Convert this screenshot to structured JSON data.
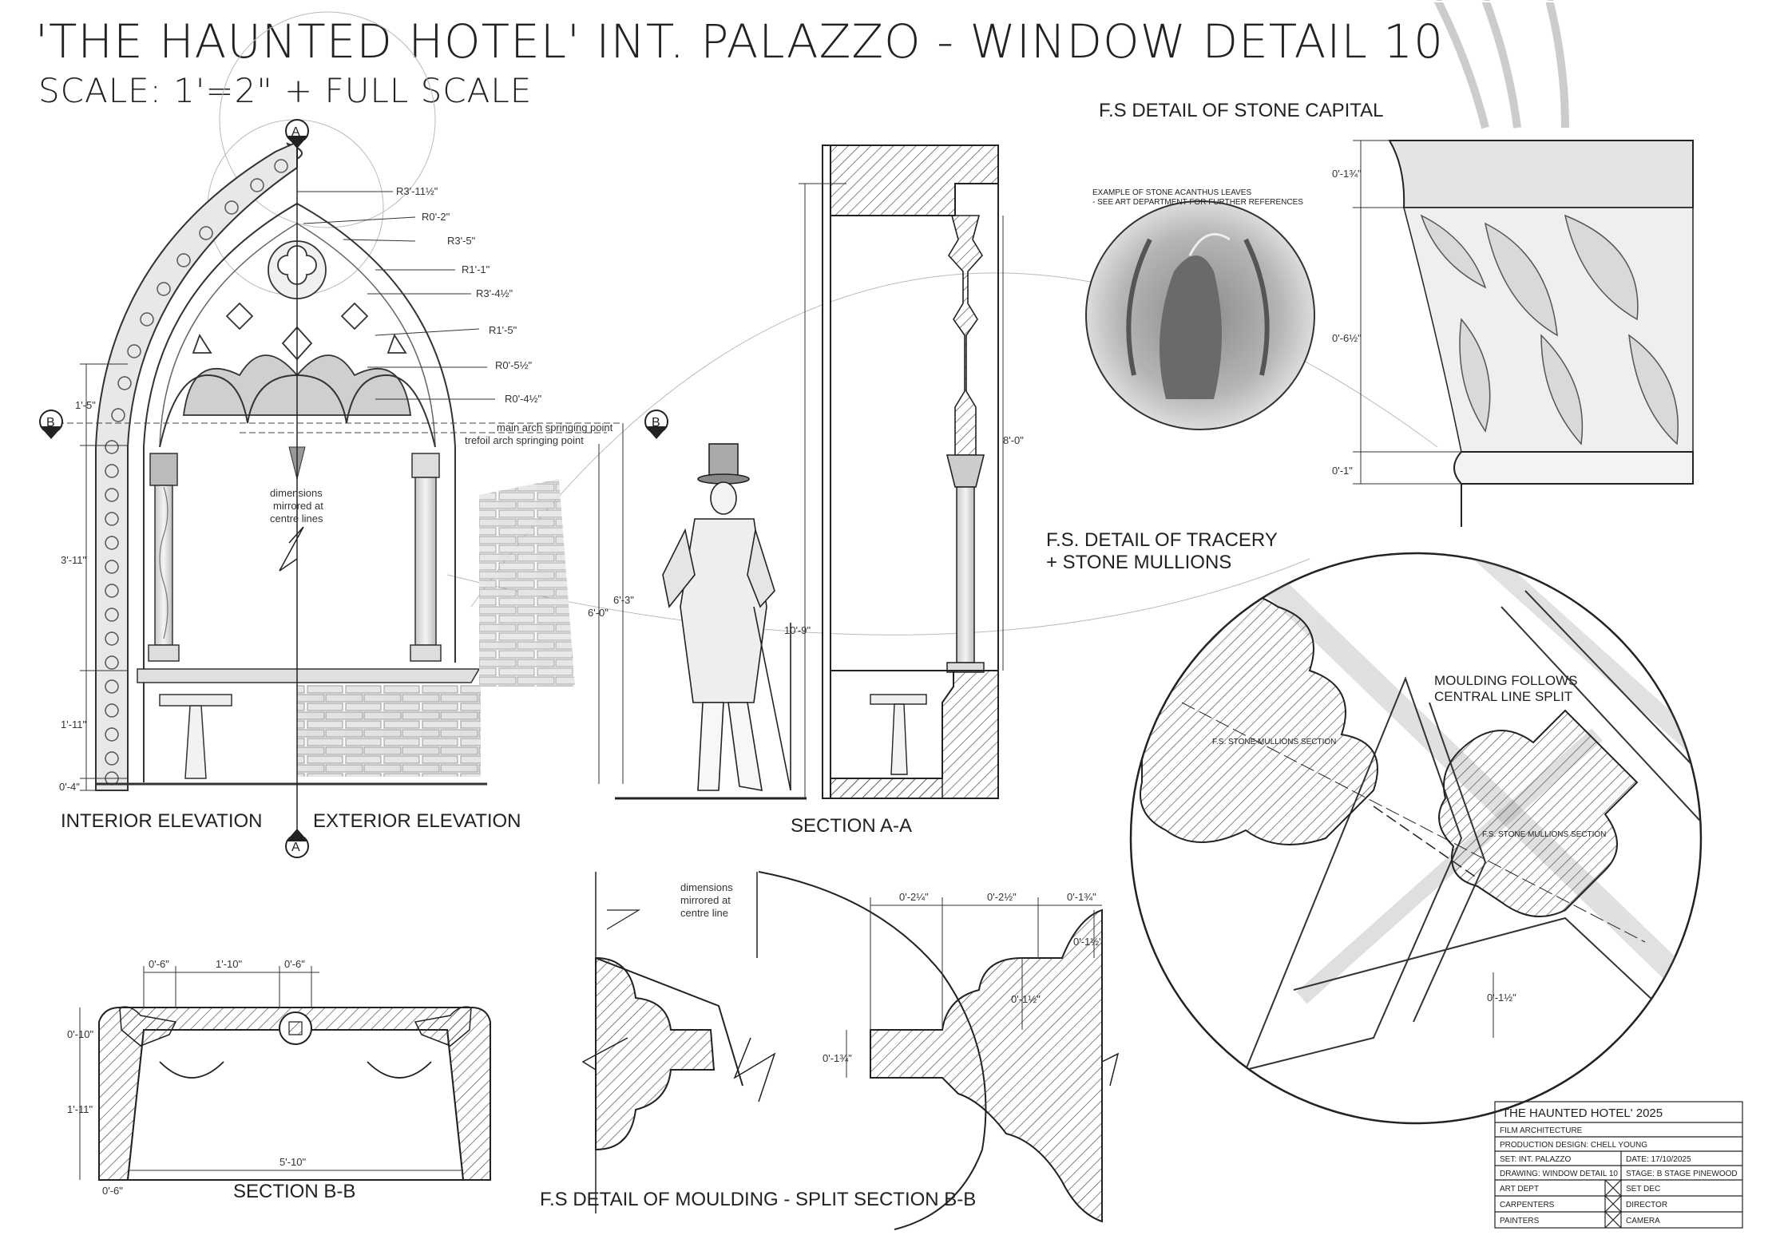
{
  "sheet": {
    "title": "'THE HAUNTED HOTEL' INT. PALAZZO - WINDOW DETAIL 10",
    "scale": "SCALE: 1'=2\" + FULL SCALE"
  },
  "views": {
    "interior_elevation": "INTERIOR ELEVATION",
    "exterior_elevation": "EXTERIOR ELEVATION",
    "section_aa": "SECTION A-A",
    "section_bb": "SECTION B-B",
    "fs_capital": "F.S DETAIL OF STONE CAPITAL",
    "fs_tracery_1": "F.S. DETAIL OF TRACERY",
    "fs_tracery_2": "+ STONE MULLIONS",
    "fs_moulding": "F.S DETAIL OF MOULDING - SPLIT SECTION B-B"
  },
  "markers": {
    "a": "A",
    "b": "B"
  },
  "notes": {
    "acanthus_1": "EXAMPLE OF STONE ACANTHUS LEAVES",
    "acanthus_2": "- SEE ART DEPARTMENT FOR FURTHER REFERENCES",
    "mirrored_1": "dimensions",
    "mirrored_2": "mirrored at",
    "mirrored_3": "centre lines",
    "mirrored_3b": "centre line",
    "main_spring": "main arch springing point",
    "trefoil_spring": "trefoil arch springing point",
    "moulding_1": "MOULDING FOLLOWS",
    "moulding_2": "CENTRAL LINE SPLIT",
    "mullion_section": "F.S. STONE MULLIONS SECTION"
  },
  "radii": {
    "r1": "R3'-11½\"",
    "r2": "R0'-2\"",
    "r3": "R3'-5\"",
    "r4": "R1'-1\"",
    "r5": "R3'-4½\"",
    "r6": "R1'-5\"",
    "r7": "R0'-5½\"",
    "r8": "R0'-4½\""
  },
  "dims": {
    "d_1_5": "1'-5\"",
    "d_3_11": "3'-11\"",
    "d_1_11": "1'-11\"",
    "d_0_4": "0'-4\"",
    "d_6_3": "6'-3\"",
    "d_6_0": "6'-0\"",
    "d_10_9": "10'-9\"",
    "d_8_0": "8'-0\"",
    "cap_a": "0'-1¾\"",
    "cap_b": "0'-6½\"",
    "cap_c": "0'-1\"",
    "bb_06a": "0'-6\"",
    "bb_110": "1'-10\"",
    "bb_06b": "0'-6\"",
    "bb_010": "0'-10\"",
    "bb_111": "1'-11\"",
    "bb_510": "5'-10\"",
    "bb_06c": "0'-6\"",
    "m_024": "0'-2¼\"",
    "m_022": "0'-2½\"",
    "m_013": "0'-1¾\"",
    "m_011": "0'-1½\"",
    "m_012": "0'-1½\"",
    "m_014": "0'-1¾\"",
    "t_012": "0'-1½\""
  },
  "title_block": {
    "project": "'THE HAUNTED HOTEL' 2025",
    "dept": "FILM ARCHITECTURE",
    "designer": "PRODUCTION DESIGN: CHELL YOUNG",
    "set": "SET: INT. PALAZZO",
    "date": "DATE: 17/10/2025",
    "drawing": "DRAWING: WINDOW DETAIL 10",
    "stage": "STAGE: B STAGE PINEWOOD",
    "art_dept": "ART DEPT",
    "set_dec": "SET DEC",
    "carpenters": "CARPENTERS",
    "director": "DIRECTOR",
    "painters": "PAINTERS",
    "camera": "CAMERA"
  }
}
